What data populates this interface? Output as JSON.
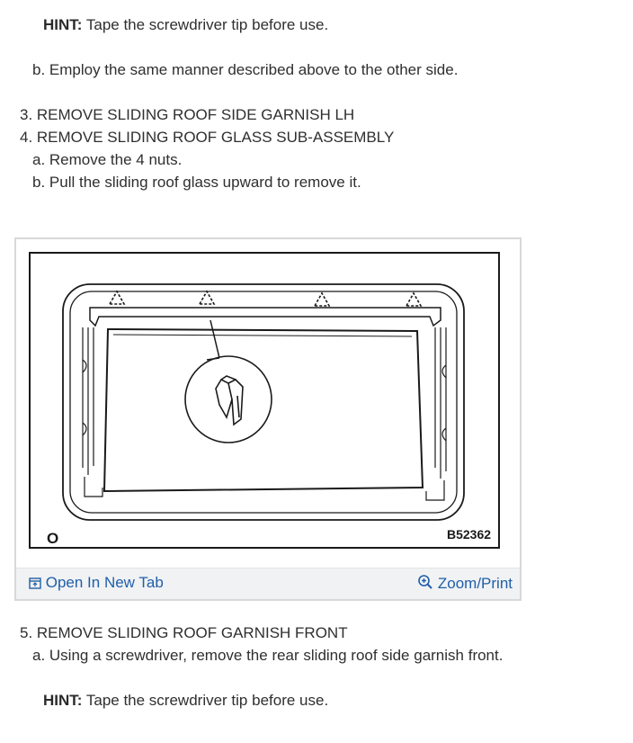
{
  "steps": {
    "hint_top_label": "HINT:",
    "hint_top_text": " Tape the screwdriver tip before use.",
    "step_b_top": "b. Employ the same manner described above to the other side.",
    "step_3": "3. REMOVE SLIDING ROOF SIDE GARNISH LH",
    "step_4": "4. REMOVE SLIDING ROOF GLASS SUB-ASSEMBLY",
    "step_4a": "a. Remove the 4 nuts.",
    "step_4b": "b. Pull the sliding roof glass upward to remove it.",
    "step_5": "5. REMOVE SLIDING ROOF GARNISH FRONT",
    "step_5a": "a. Using a screwdriver, remove the rear sliding roof side garnish front.",
    "hint_bottom_label": "HINT:",
    "hint_bottom_text": " Tape the screwdriver tip before use."
  },
  "figure": {
    "orientation_mark": "O",
    "code": "B52362",
    "open_tab_label": "Open In New Tab",
    "zoom_label": "Zoom/Print",
    "link_color": "#1f5fa8",
    "open_tab_icon": "open-new-tab-icon",
    "zoom_icon": "zoom-in-icon"
  }
}
